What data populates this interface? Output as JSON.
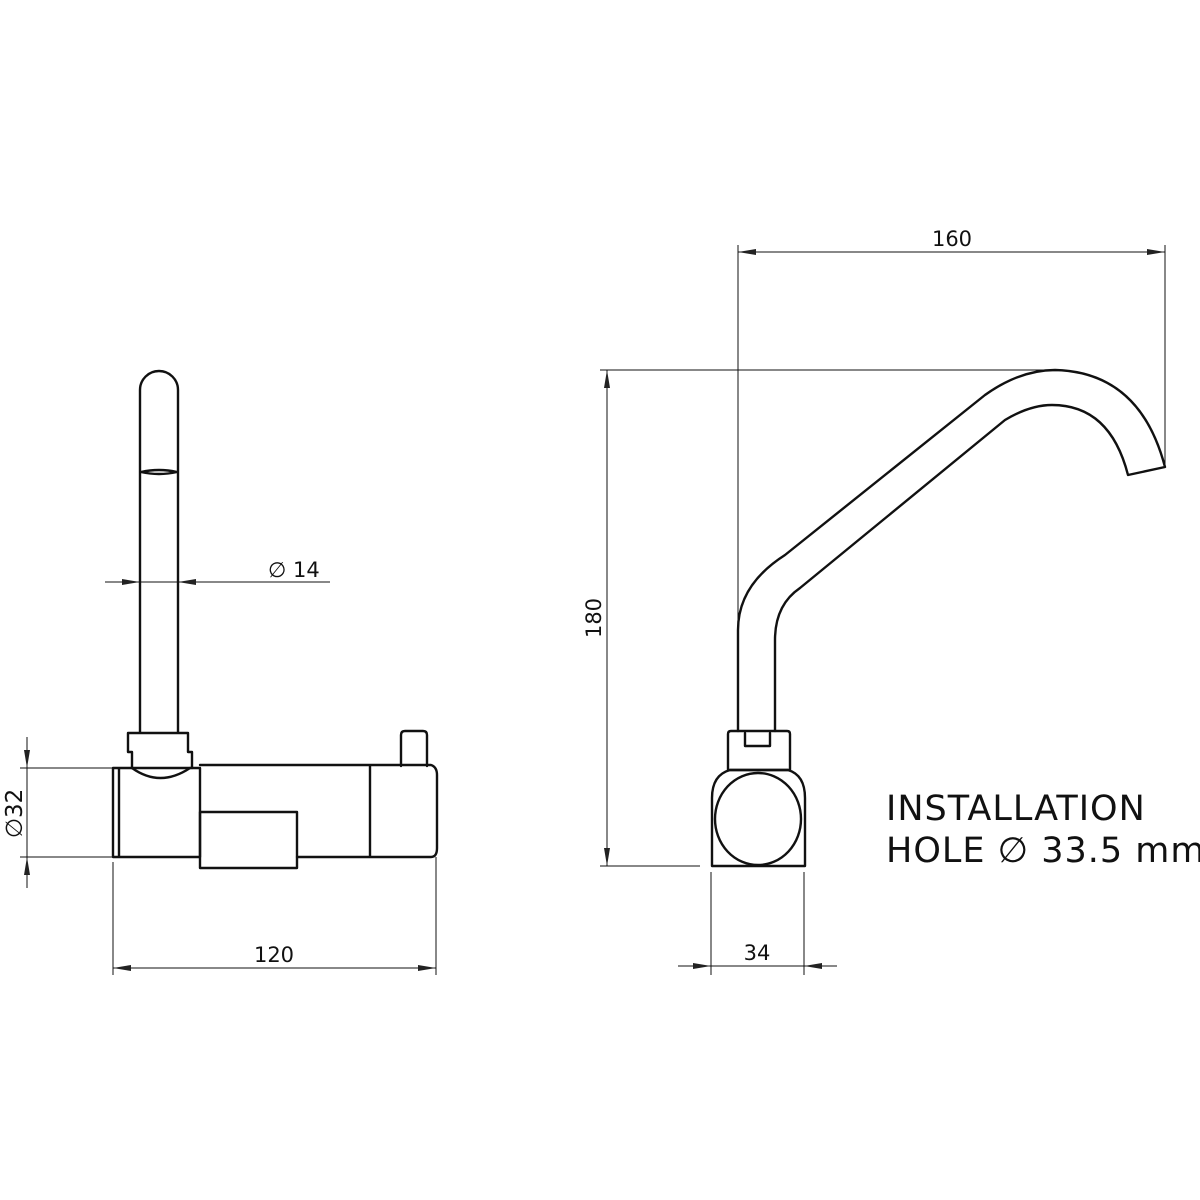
{
  "side_view": {
    "stem_diameter_label": "∅ 14",
    "body_diameter_label": "∅32",
    "length_label": "120"
  },
  "front_view": {
    "reach_label": "160",
    "height_label": "180",
    "base_width_label": "34"
  },
  "note": {
    "line1": "INSTALLATION",
    "line2": "HOLE ∅ 33.5 mm"
  }
}
